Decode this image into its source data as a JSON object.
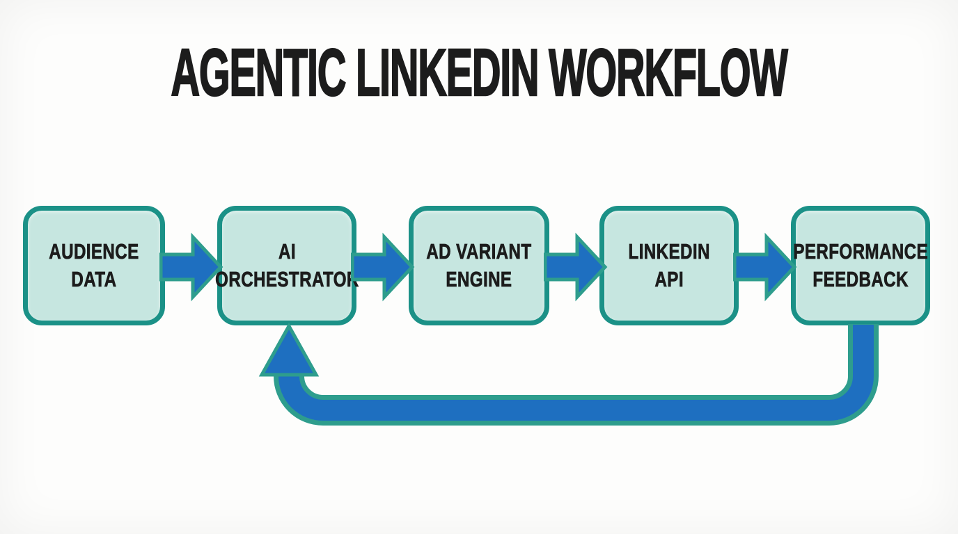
{
  "title": "AGENTIC LINKEDIN WORKFLOW",
  "diagram_type": "flowchart",
  "nodes": [
    {
      "id": "audience-data",
      "label": "AUDIENCE\nDATA"
    },
    {
      "id": "ai-orchestrator",
      "label": "AI\nORCHESTRATOR"
    },
    {
      "id": "ad-variant-engine",
      "label": "AD VARIANT\nENGINE"
    },
    {
      "id": "linkedin-api",
      "label": "LINKEDIN\nAPI"
    },
    {
      "id": "performance-feedback",
      "label": "PERFORMANCE\nFEEDBACK"
    }
  ],
  "connections": [
    {
      "from": "audience-data",
      "to": "ai-orchestrator",
      "type": "forward"
    },
    {
      "from": "ai-orchestrator",
      "to": "ad-variant-engine",
      "type": "forward"
    },
    {
      "from": "ad-variant-engine",
      "to": "linkedin-api",
      "type": "forward"
    },
    {
      "from": "linkedin-api",
      "to": "performance-feedback",
      "type": "forward"
    },
    {
      "from": "performance-feedback",
      "to": "ai-orchestrator",
      "type": "feedback-loop"
    }
  ],
  "colors": {
    "background": "#fdfdfc",
    "node_fill": "#c6e6e0",
    "node_border": "#1b9187",
    "arrow_fill": "#1e6fc0",
    "arrow_outline": "#2e9d8d",
    "text": "#1c1c1c"
  }
}
